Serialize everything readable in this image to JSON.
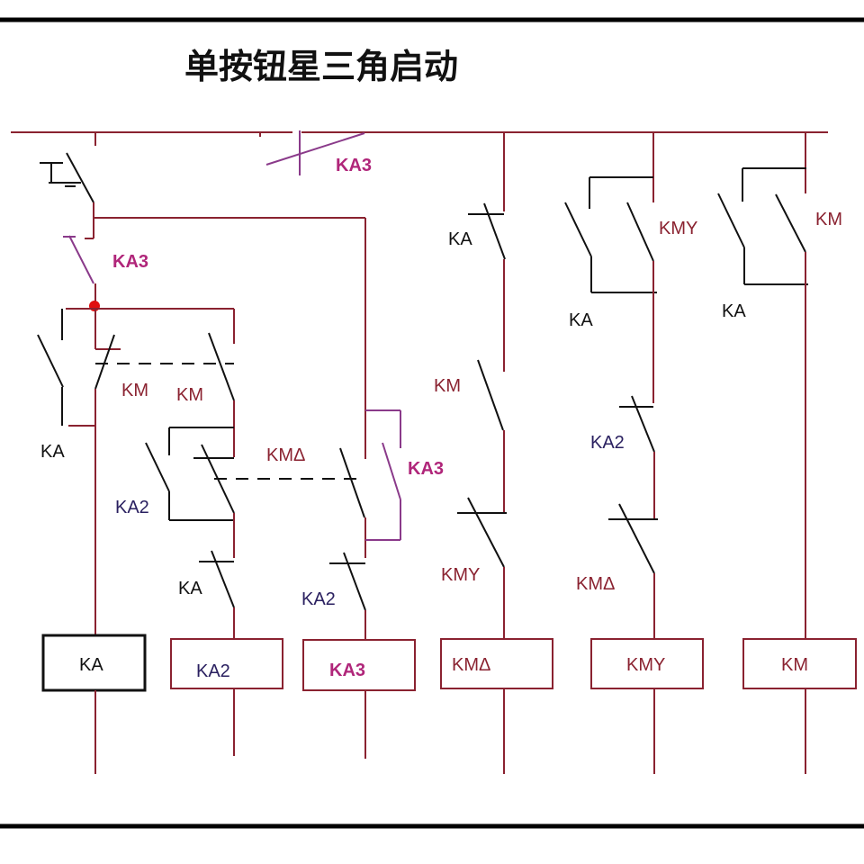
{
  "title": "单按钮星三角启动",
  "colors": {
    "wire": "#8a2230",
    "contact": "#111111",
    "ka3_highlight": "#b0267a",
    "junction_dot": "#e01010"
  },
  "contact_labels": {
    "top_ka3_nc": "KA3",
    "col1_ka3_no": "KA3",
    "col1_ka_hold": "KA",
    "col1_km_nc": "KM",
    "col2_km_no": "KM",
    "col2_ka2_no": "KA2",
    "col2_ka_nc": "KA",
    "col3_kmdelta": "KMΔ",
    "col3_ka3_no": "KA3",
    "col3_ka2_nc": "KA2",
    "col4_ka_nc": "KA",
    "col4_km_no": "KM",
    "col4_kmy_nc": "KMY",
    "col5_ka_no": "KA",
    "col5_kmy_no": "KMY",
    "col5_ka2_nc": "KA2",
    "col5_kmdelta_nc": "KMΔ",
    "col6_ka_no": "KA",
    "col6_km_no": "KM"
  },
  "coils": [
    {
      "label": "KA"
    },
    {
      "label": "KA2"
    },
    {
      "label": "KA3"
    },
    {
      "label": "KMΔ"
    },
    {
      "label": "KMY"
    },
    {
      "label": "KM"
    }
  ]
}
